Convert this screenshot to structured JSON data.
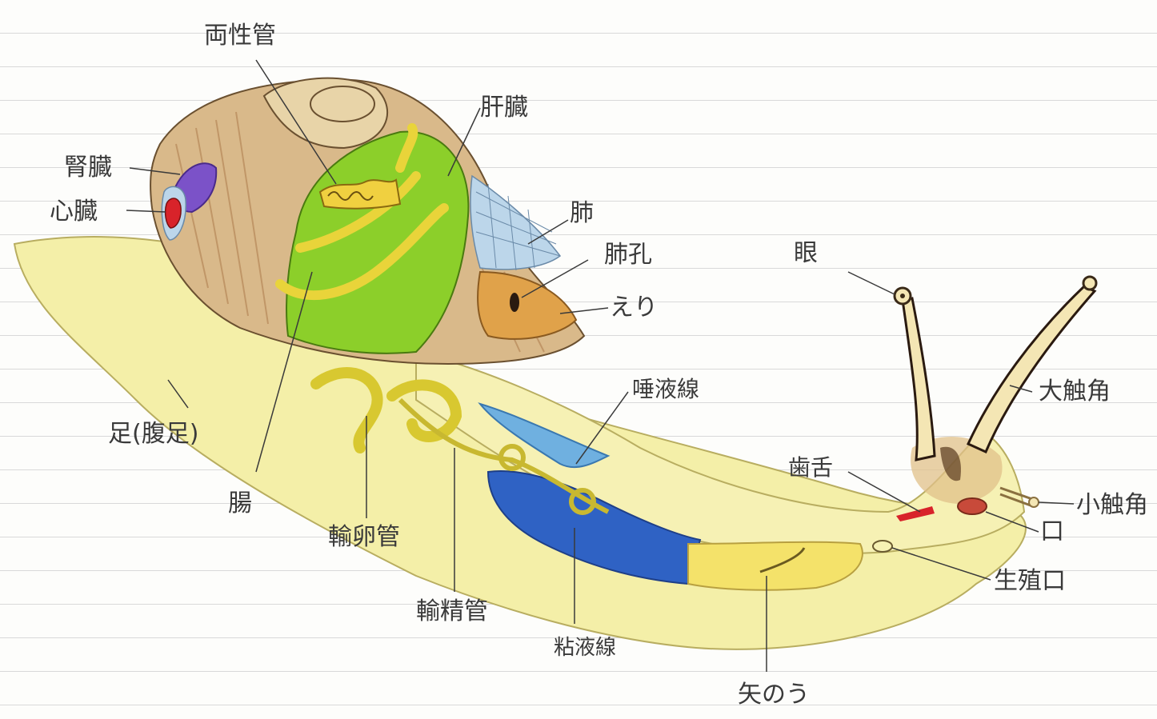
{
  "labels": {
    "ryoseikan": "両性管",
    "kanzo": "肝臓",
    "jinzo": "腎臓",
    "shinzo": "心臓",
    "hai": "肺",
    "haiko": "肺孔",
    "eri": "えり",
    "me": "眼",
    "daishokkaku": "大触角",
    "daekisen": "唾液線",
    "shizetsu": "歯舌",
    "shoshokkaku": "小触角",
    "kuchi": "口",
    "seishokuko": "生殖口",
    "ashi": "足(腹足)",
    "cho": "腸",
    "yuranka": "輸卵管",
    "yuseikan": "輸精管",
    "nenekisen": "粘液線",
    "yanou": "矢のう"
  },
  "colors": {
    "foot": "#f4efa8",
    "shell": "#d9b98a",
    "liver": "#8ccf2a",
    "intestine": "#e9d43a",
    "kidney": "#7b52c8",
    "heart": "#d8232a",
    "lung": "#bcd6ea",
    "collar": "#e0a24a",
    "salivary": "#6fb0e0",
    "mucus_gland": "#2f62c4",
    "outline": "#5a4a30"
  }
}
